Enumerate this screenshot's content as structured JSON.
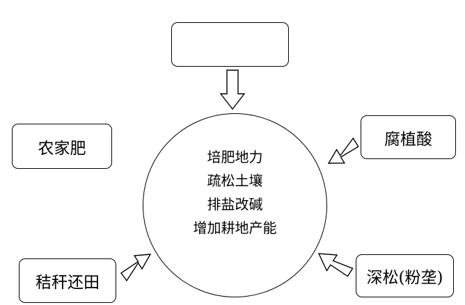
{
  "diagram": {
    "top_box": "",
    "left_box": "农家肥",
    "right_box": "腐植酸",
    "bottom_left_box": "秸秆还田",
    "bottom_right_box": "深松(粉垄)",
    "center": [
      "培肥地力",
      "疏松土壤",
      "排盐改碱",
      "增加耕地产能"
    ]
  }
}
